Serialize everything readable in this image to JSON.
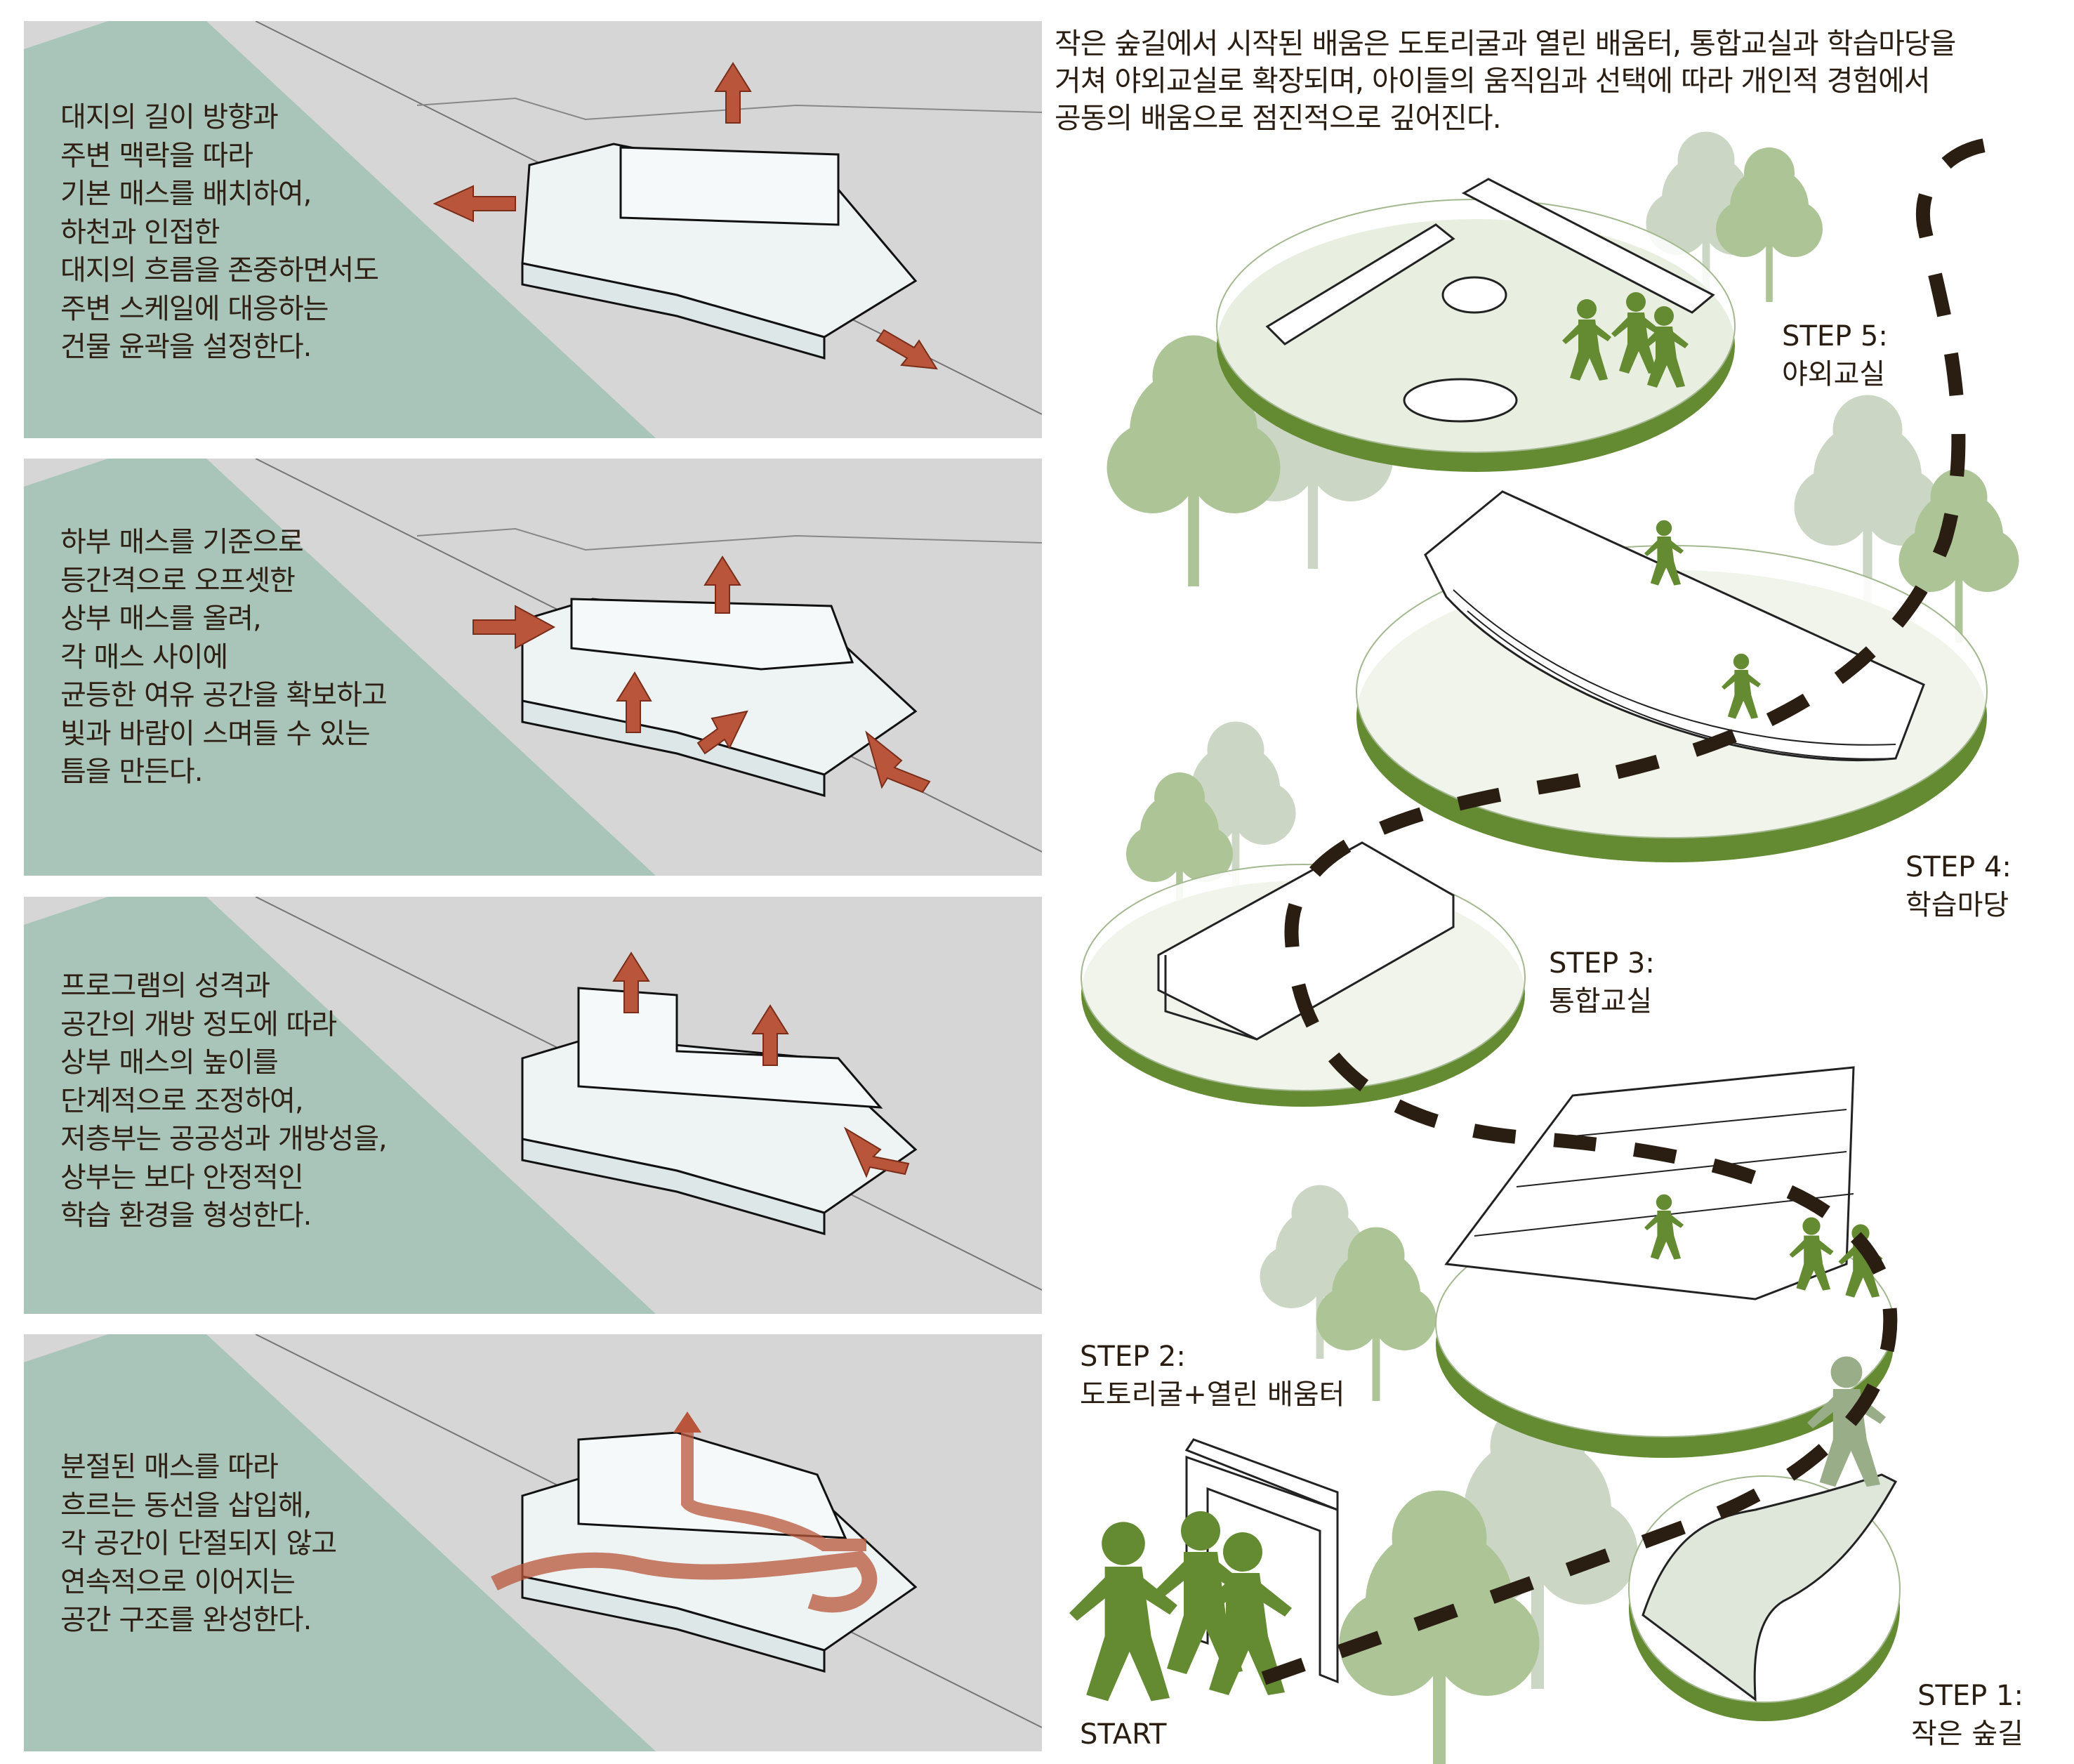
{
  "intro": {
    "lines": [
      "작은 숲길에서 시작된 배움은 도토리굴과 열린 배움터, 통합교실과 학습마당을",
      "거쳐 야외교실로 확장되며, 아이들의 움직임과 선택에 따라 개인적 경험에서",
      "공동의 배움으로 점진적으로 깊어진다."
    ]
  },
  "panels": [
    {
      "lines": [
        "대지의 길이 방향과",
        "주변 맥락을 따라",
        "기본 매스를 배치하여,",
        "하천과 인접한",
        "대지의 흐름을 존중하면서도",
        "주변 스케일에 대응하는",
        "건물 윤곽을 설정한다."
      ]
    },
    {
      "lines": [
        "하부 매스를 기준으로",
        "등간격으로 오프셋한",
        "상부 매스를 올려,",
        "각 매스 사이에",
        "균등한 여유 공간을 확보하고",
        "빛과 바람이 스며들 수 있는",
        "틈을 만든다."
      ]
    },
    {
      "lines": [
        "프로그램의 성격과",
        "공간의 개방 정도에 따라",
        "상부 매스의 높이를",
        "단계적으로 조정하여,",
        "저층부는 공공성과 개방성을,",
        "상부는 보다 안정적인",
        "학습 환경을 형성한다."
      ]
    },
    {
      "lines": [
        "분절된 매스를 따라",
        "흐르는 동선을 삽입해,",
        "각 공간이 단절되지 않고",
        "연속적으로 이어지는",
        "공간 구조를 완성한다."
      ]
    }
  ],
  "steps": {
    "step5": {
      "title": "STEP 5:",
      "name": "야외교실"
    },
    "step4": {
      "title": "STEP 4:",
      "name": "학습마당"
    },
    "step3": {
      "title": "STEP 3:",
      "name": "통합교실"
    },
    "step2": {
      "title": "STEP 2:",
      "name": "도토리굴+열린 배움터"
    },
    "step1": {
      "title": "STEP 1:",
      "name": "작은 숲길"
    },
    "start": "START"
  },
  "colors": {
    "green": "#648a32",
    "light_green": "#adc497",
    "pale_green": "#cbd7c4",
    "arrow": "#a5482a",
    "river": "#a9c5ba",
    "text": "#2a1e12"
  }
}
